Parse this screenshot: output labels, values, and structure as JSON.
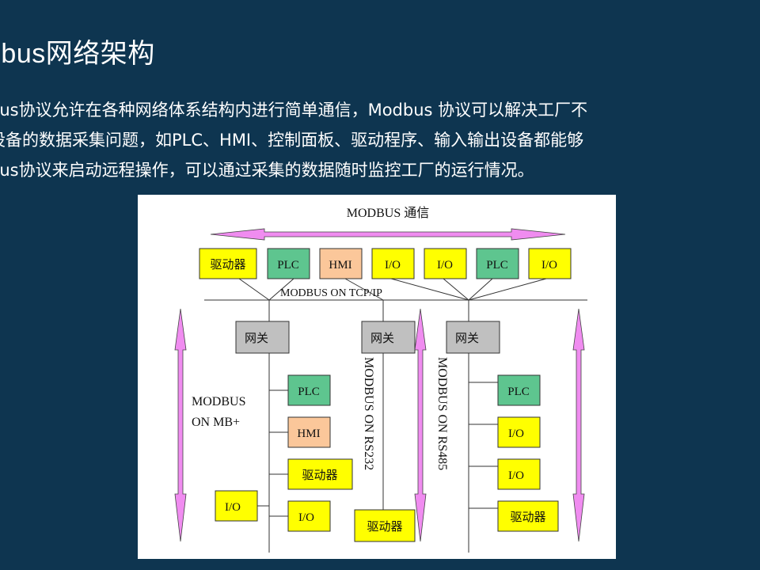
{
  "slide": {
    "title": "dbus网络架构",
    "paragraph_lines": [
      "bus协议允许在各种网络体系结构内进行简单通信，Modbus 协议可以解决工厂不",
      "设备的数据采集问题，如PLC、HMI、控制面板、驱动程序、输入输出设备都能够",
      "bus协议来启动远程操作，可以通过采集的数据随时监控工厂的运行情况。"
    ]
  },
  "colors": {
    "background": "#0e3550",
    "driver_yellow": "#ffff00",
    "plc_green": "#5ec58f",
    "hmi_peach": "#fbc79a",
    "gateway_gray": "#c0c0c0",
    "arrow_pink": "#f08cf0"
  },
  "diagram": {
    "top_label": "MODBUS 通信",
    "tcp_bus_label": "MODBUS ON TCP/IP",
    "top_devices": [
      "驱动器",
      "PLC",
      "HMI",
      "I/O",
      "I/O",
      "PLC",
      "I/O"
    ],
    "gateway_label": "网关",
    "branches": {
      "mbplus": {
        "label_line1": "MODBUS",
        "label_line2": "ON MB+",
        "devices": [
          "PLC",
          "HMI",
          "驱动器",
          "I/O"
        ],
        "left_device": "I/O"
      },
      "rs232": {
        "label": "MODBUS ON RS232",
        "devices": [
          "驱动器"
        ]
      },
      "rs485": {
        "label": "MODBUS ON RS485",
        "devices": [
          "PLC",
          "I/O",
          "I/O",
          "驱动器"
        ]
      }
    }
  }
}
